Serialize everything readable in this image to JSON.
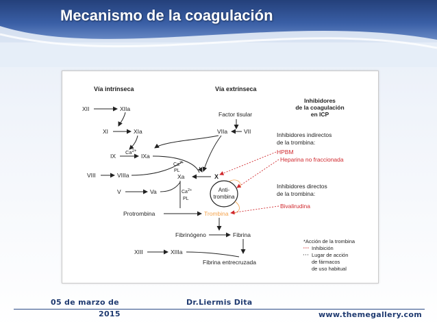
{
  "slide": {
    "title": "Mecanismo de la coagulación",
    "footer": {
      "date_line1": "05 de marzo de",
      "date_line2": "2015",
      "author": "Dr.Liermis Dita",
      "url": "www.themegallery.com"
    }
  },
  "diagram": {
    "headers": {
      "intrinsic": "Vía intrínseca",
      "extrinsic": "Vía extrínseca",
      "inhibitors_line1": "Inhibidores",
      "inhibitors_line2": "de la coagulación",
      "inhibitors_line3": "en ICP"
    },
    "nodes": {
      "xii": "XII",
      "xiia": "XIIa",
      "xi": "XI",
      "xia": "XIa",
      "ix": "IX",
      "ixa": "IXa",
      "viii": "VIII",
      "viiia": "VIIIa",
      "v": "V",
      "va": "Va",
      "x": "X",
      "xa": "Xa",
      "factor_tisular": "Factor tisular",
      "viia": "VIIa",
      "vii": "VII",
      "protrombina": "Protrombina",
      "trombina": "Trombina",
      "fibrinogeno": "Fibrinógeno",
      "fibrina": "Fibrina",
      "xiii": "XIII",
      "xiiia": "XIIIa",
      "fibrina_entrecruzada": "Fibrina entrecruzada",
      "antitrombina_line1": "Anti-",
      "antitrombina_line2": "trombina"
    },
    "cofactors": {
      "ca_1": "Ca",
      "ca_1_sup": "2+",
      "ca_2": "Ca",
      "ca_2_sup": "2+",
      "pl_2": "PL",
      "ca_3": "Ca",
      "ca_3_sup": "2+",
      "pl_3": "PL"
    },
    "inhibitors": {
      "indirect_line1": "Inhibidores indirectos",
      "indirect_line2": "de la trombina:",
      "hpbm": "HPBM",
      "heparina": "Heparina no fraccionada",
      "direct_line1": "Inhibidores directos",
      "direct_line2": "de la trombina:",
      "bivalirudina": "Bivalirudina"
    },
    "legend": {
      "line1": "*Acción de la trombina",
      "line2": "Inhibición",
      "line3": "Lugar de acción",
      "line4": "de fármacos",
      "line5": "de uso habitual"
    },
    "colors": {
      "ink": "#222222",
      "inhibitor_red": "#d0282d",
      "thrombin_orange": "#f4a24a",
      "slide_blue": "#2a4a86"
    }
  }
}
